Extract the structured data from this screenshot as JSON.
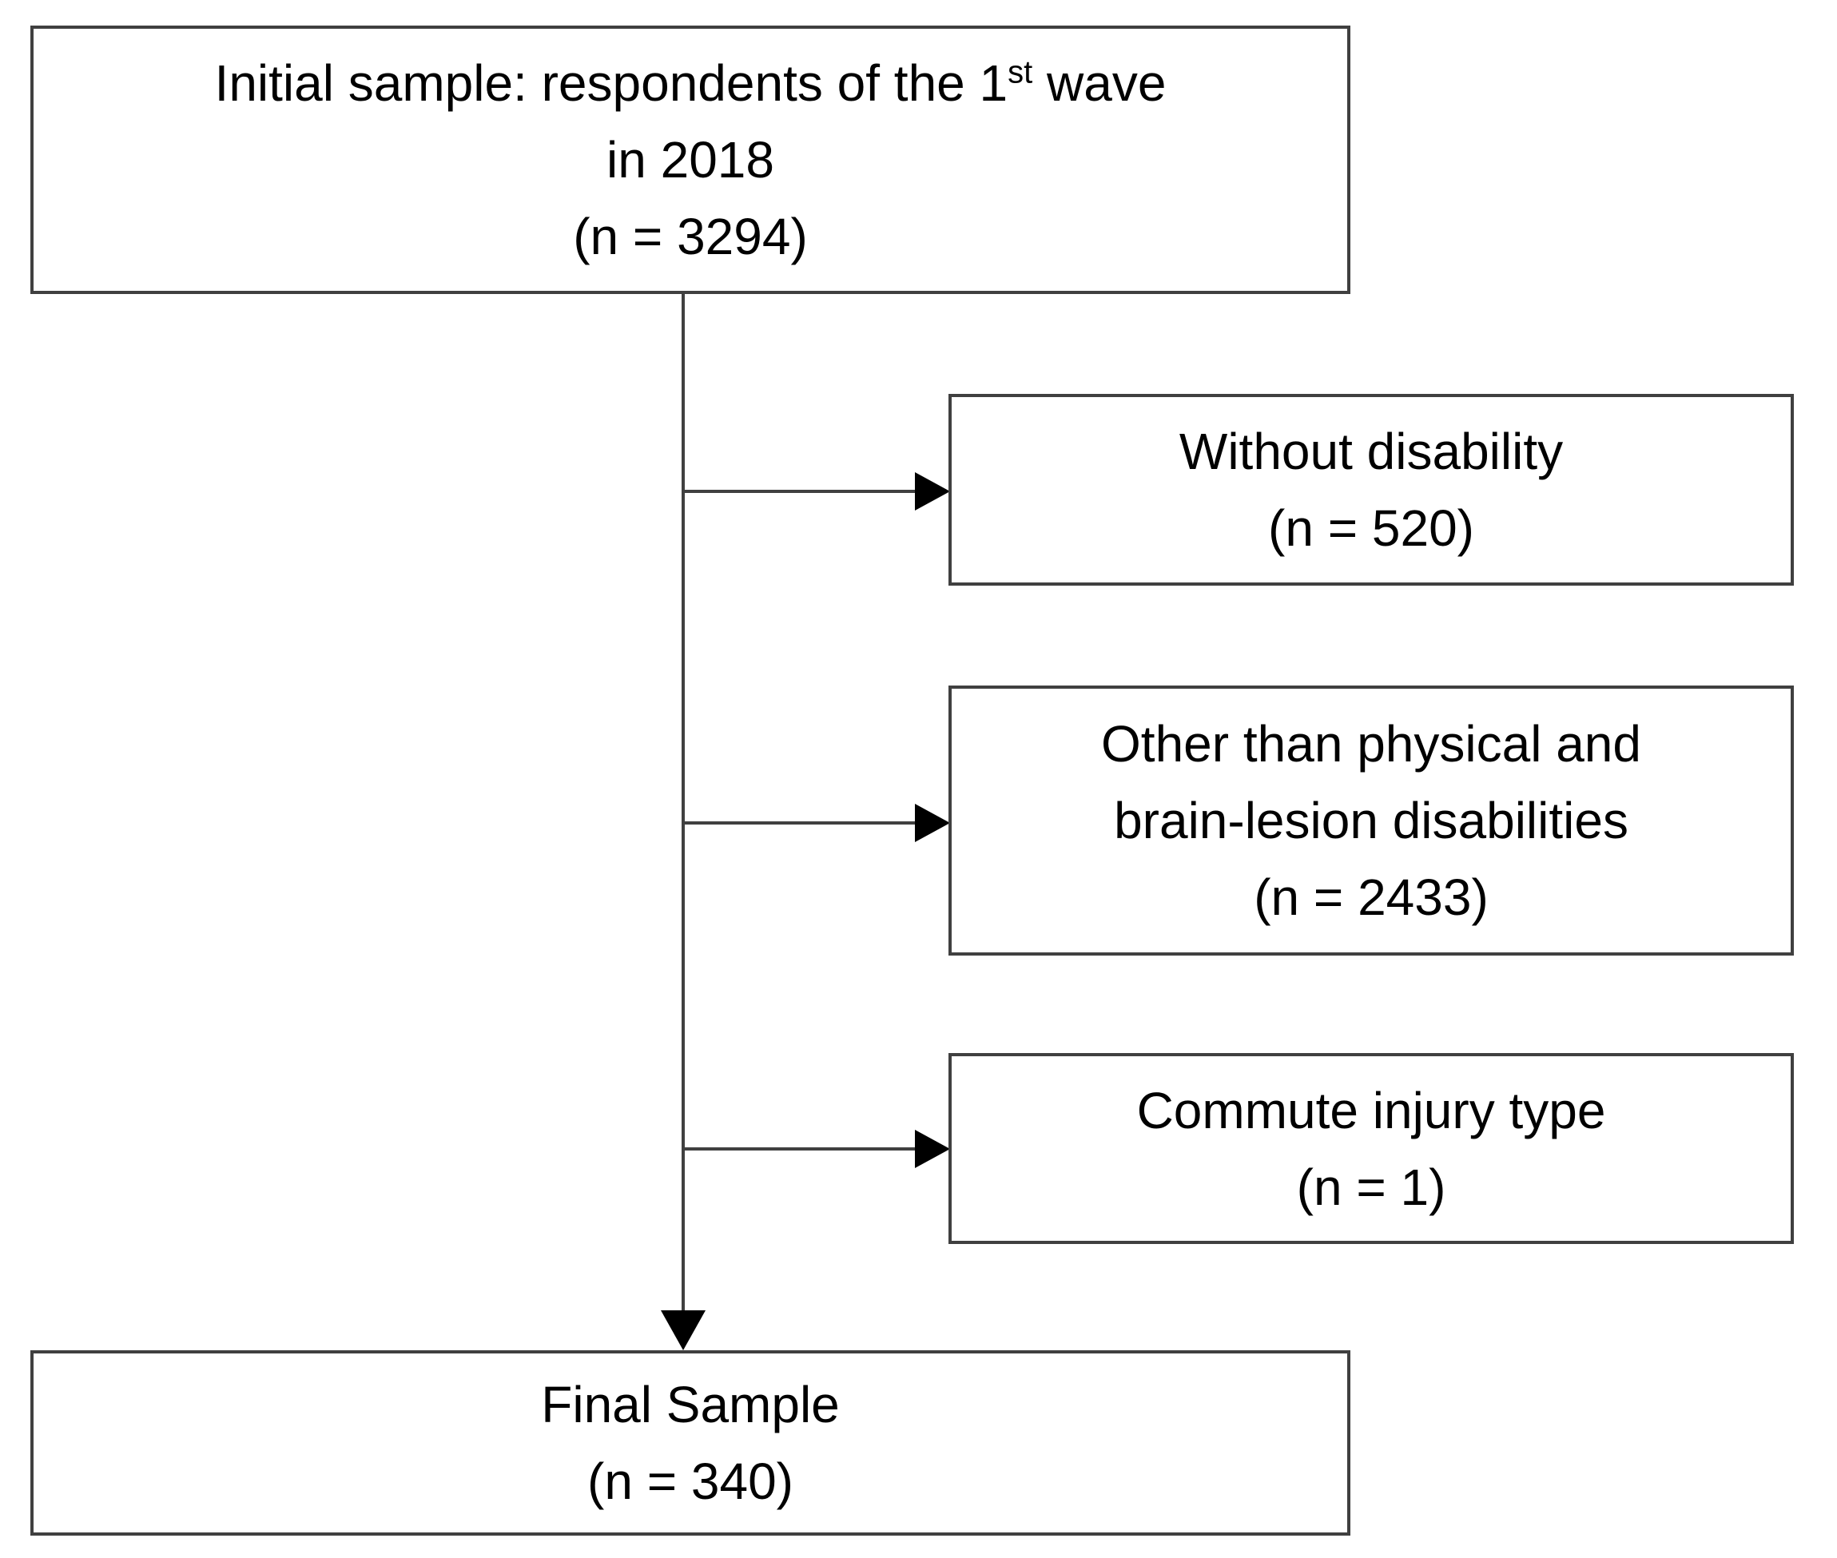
{
  "diagram": {
    "type": "flowchart",
    "colors": {
      "line": "#404040",
      "arrowhead": "#000000",
      "text": "#000000",
      "box_background": "#ffffff",
      "page_background": "#ffffff"
    },
    "initial_box": {
      "line1_before_sup": "Initial sample: respondents of the 1",
      "line1_sup": "st",
      "line1_after_sup": " wave",
      "line2": "in 2018",
      "count": "(n = 3294)"
    },
    "exclusion_boxes": [
      {
        "label_lines": [
          "Without disability"
        ],
        "count": "(n = 520)"
      },
      {
        "label_lines": [
          "Other than physical and",
          "brain-lesion disabilities"
        ],
        "count": "(n = 2433)"
      },
      {
        "label_lines": [
          "Commute injury type"
        ],
        "count": "(n = 1)"
      }
    ],
    "final_box": {
      "label": "Final Sample",
      "count": "(n = 340)"
    }
  }
}
